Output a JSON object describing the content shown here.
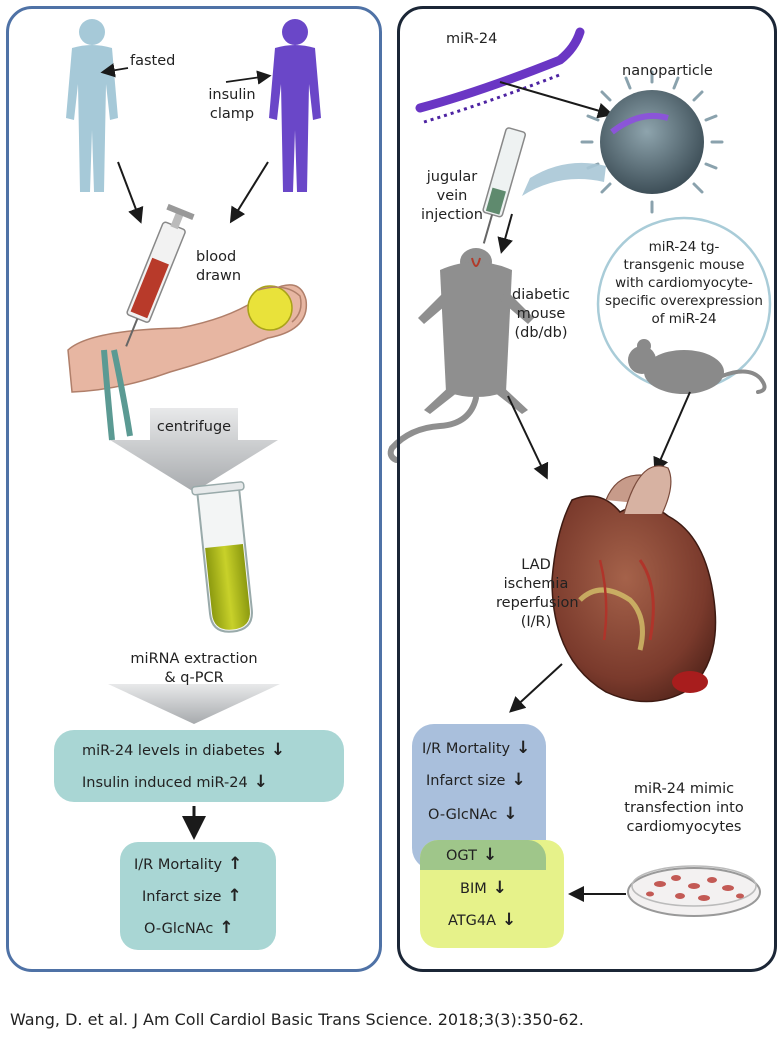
{
  "left": {
    "fasted": "fasted",
    "insulin_clamp": [
      "insulin",
      "clamp"
    ],
    "blood_drawn": [
      "blood",
      "drawn"
    ],
    "centrifuge": "centrifuge",
    "extraction": [
      "miRNA extraction",
      "& q-PCR"
    ],
    "findings": [
      {
        "label": "miR-24 levels in diabetes",
        "arrow": "↓"
      },
      {
        "label": "Insulin induced miR-24",
        "arrow": "↓"
      }
    ],
    "outcomes": [
      {
        "label": "I/R Mortality",
        "arrow": "↑"
      },
      {
        "label": "Infarct size",
        "arrow": "↑"
      },
      {
        "label": "O-GlcNAc",
        "arrow": "↑"
      }
    ]
  },
  "right": {
    "mir24": "miR-24",
    "nanoparticle": "nanoparticle",
    "injection": [
      "jugular",
      "vein",
      "injection"
    ],
    "tg_mouse": [
      "miR-24 tg-",
      "transgenic mouse",
      "with cardiomyocyte-",
      "specific overexpression",
      "of miR-24"
    ],
    "diabetic_mouse": [
      "diabetic",
      "mouse",
      "(db/db)"
    ],
    "lad": [
      "LAD",
      "ischemia",
      "reperfusion",
      "(I/R)"
    ],
    "blue_box": [
      {
        "label": "I/R Mortality",
        "arrow": "↓"
      },
      {
        "label": "Infarct size",
        "arrow": "↓"
      },
      {
        "label": "O-GlcNAc",
        "arrow": "↓"
      }
    ],
    "overlap": {
      "label": "OGT",
      "arrow": "↓"
    },
    "yellow_box": [
      {
        "label": "BIM",
        "arrow": "↓"
      },
      {
        "label": "ATG4A",
        "arrow": "↓"
      }
    ],
    "transfection": [
      "miR-24 mimic",
      "transfection into",
      "cardiomyocytes"
    ]
  },
  "colors": {
    "left_border": "#4f72a6",
    "right_border": "#1b2636",
    "teal_box": "#a9d6d4",
    "blue_box": "#a9bfdc",
    "yellow_box": "#e6f28a",
    "overlap": "#9fc68a",
    "fasted_figure": "#a6c9d8",
    "clamp_figure": "#6a47c8"
  },
  "citation": "Wang, D. et al. J Am Coll Cardiol Basic Trans Science. 2018;3(3):350-62."
}
